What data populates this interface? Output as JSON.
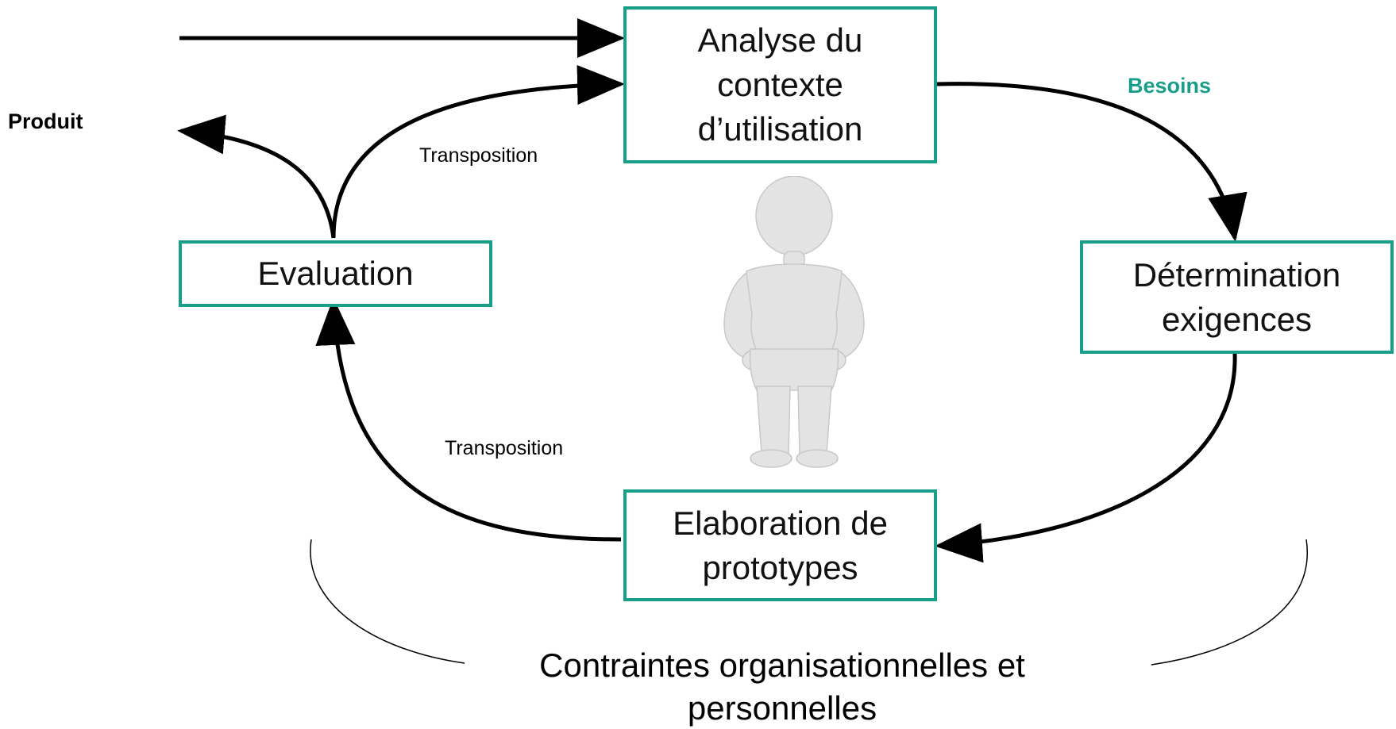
{
  "colors": {
    "box_border": "#199e8a",
    "accent_text": "#199e8a",
    "arrow": "#000000",
    "figure": "#e4e3e3"
  },
  "boxes": {
    "analyse": "Analyse du\ncontexte\nd’utilisation",
    "determination": "Détermination\nexigences",
    "elaboration": "Elaboration de\nprototypes",
    "evaluation": "Evaluation"
  },
  "labels": {
    "produit": "Produit",
    "besoins": "Besoins",
    "transposition_top": "Transposition",
    "transposition_bottom": "Transposition",
    "contraintes": "Contraintes organisationnelles et\npersonnelles"
  },
  "icons": {
    "user_figure": "person-figure-icon"
  }
}
